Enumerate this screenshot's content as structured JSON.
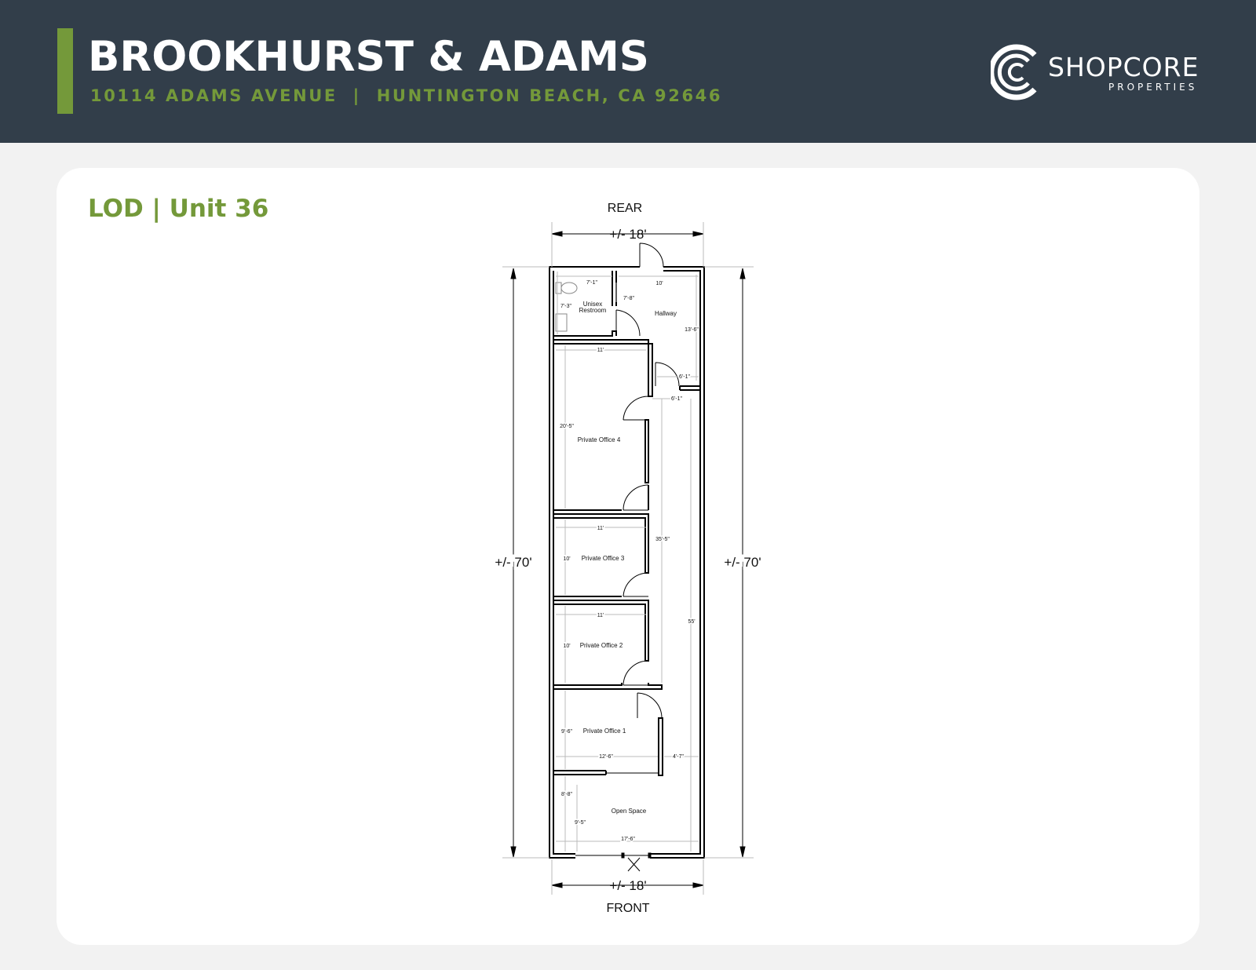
{
  "header": {
    "title": "BROOKHURST & ADAMS",
    "address": "10114 ADAMS AVENUE  |  HUNTINGTON BEACH, CA 92646",
    "background_color": "#323e4a",
    "accent_color": "#74993a"
  },
  "logo": {
    "name": "SHOPCORE",
    "sub": "PROPERTIES",
    "icon": "shopcore-c-logo-icon"
  },
  "card": {
    "title": "LOD | Unit 36"
  },
  "plan": {
    "rear_label": "REAR",
    "front_label": "FRONT",
    "width_top": "+/- 18'",
    "width_bottom": "+/- 18'",
    "depth_left": "+/- 70'",
    "depth_right": "+/- 70'",
    "rooms": {
      "restroom_line1": "Unisex",
      "restroom_line2": "Restroom",
      "hallway": "Hallway",
      "office4": "Private Office 4",
      "office3": "Private Office 3",
      "office2": "Private Office 2",
      "office1": "Private Office 1",
      "open_space": "Open Space"
    },
    "dims": {
      "restroom_w": "7'-1\"",
      "restroom_h": "7'-3\"",
      "hall_w": "10'",
      "hall_h1": "7'-8\"",
      "hall_h2": "13'-6\"",
      "door_a": "6'-1\"",
      "door_b": "6'-1\"",
      "office4_w": "11'",
      "office4_h": "20'-5\"",
      "corridor_h": "35'-5\"",
      "office3_w": "11'",
      "office3_h": "10'",
      "office2_w": "11'",
      "office2_h": "10'",
      "corridor_long": "55'",
      "office1_h": "9'-6\"",
      "office1_w": "12'-6\"",
      "corridor_w": "4'-7\"",
      "open_h1": "8'-8\"",
      "open_h2": "9'-5\"",
      "open_w": "17'-6\""
    }
  }
}
